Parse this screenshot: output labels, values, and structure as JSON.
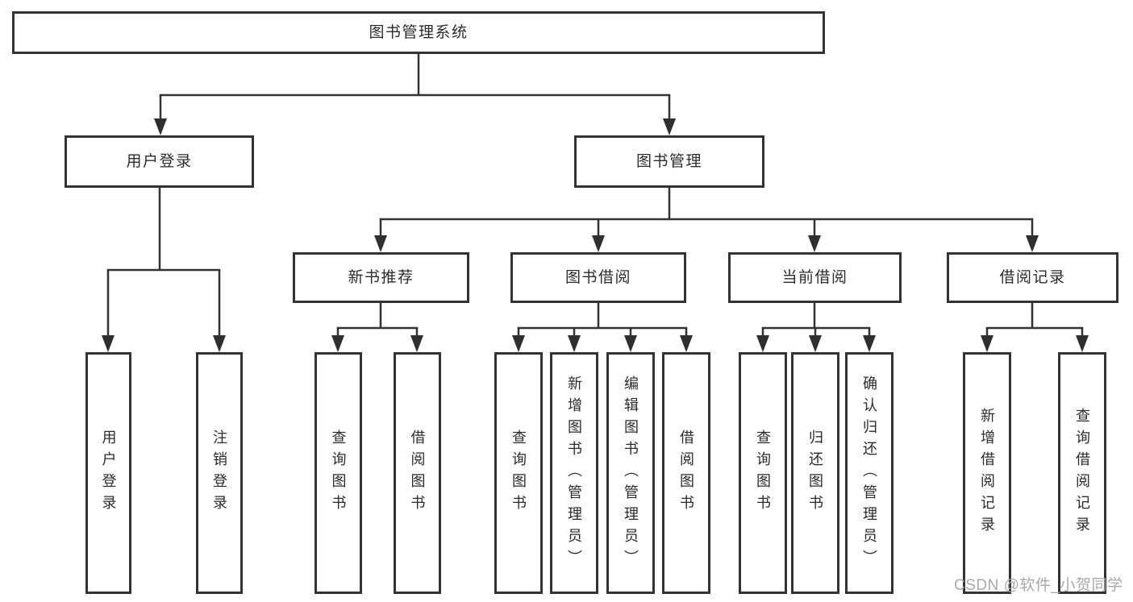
{
  "tree": {
    "root": {
      "label": "图书管理系统",
      "children": [
        {
          "label": "用户登录",
          "children": [
            {
              "label": "用户登录"
            },
            {
              "label": "注销登录"
            }
          ]
        },
        {
          "label": "图书管理",
          "children": [
            {
              "label": "新书推荐",
              "children": [
                {
                  "label": "查询图书"
                },
                {
                  "label": "借阅图书"
                }
              ]
            },
            {
              "label": "图书借阅",
              "children": [
                {
                  "label": "查询图书"
                },
                {
                  "label": "新增图书（管理员）"
                },
                {
                  "label": "编辑图书（管理员）"
                },
                {
                  "label": "借阅图书"
                }
              ]
            },
            {
              "label": "当前借阅",
              "children": [
                {
                  "label": "查询图书"
                },
                {
                  "label": "归还图书"
                },
                {
                  "label": "确认归还（管理员）"
                }
              ]
            },
            {
              "label": "借阅记录",
              "children": [
                {
                  "label": "新增借阅记录"
                },
                {
                  "label": "查询借阅记录"
                }
              ]
            }
          ]
        }
      ]
    }
  },
  "watermark": {
    "text": "CSDN @软件_小贺同学"
  },
  "colors": {
    "line": "#333333",
    "box_border": "#333333",
    "text": "#2b2b2b",
    "background": "#ffffff",
    "watermark": "#a9a9a9"
  }
}
